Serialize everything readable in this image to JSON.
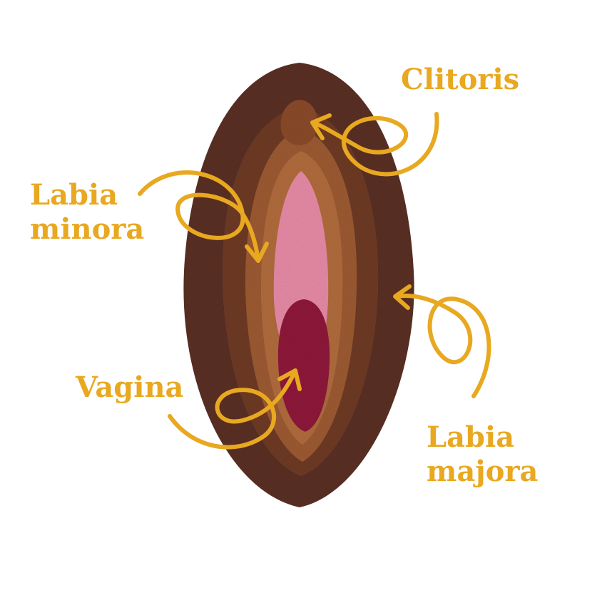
{
  "labels": {
    "clitoris": "Clitoris",
    "labia_minora": [
      "Labia",
      "minora"
    ],
    "vagina": "Vagina",
    "labia_majora": [
      "Labia",
      "majora"
    ]
  },
  "colors": {
    "label": "#e8a820",
    "arrow": "#e8a820",
    "outer_knit": "#5a2f22",
    "middle_knit": "#7a4026",
    "inner_knit": "#9c5a32",
    "inner_lips": "#b06b3c",
    "pink": "#e68aa6",
    "vagina": "#8e1a3a"
  }
}
